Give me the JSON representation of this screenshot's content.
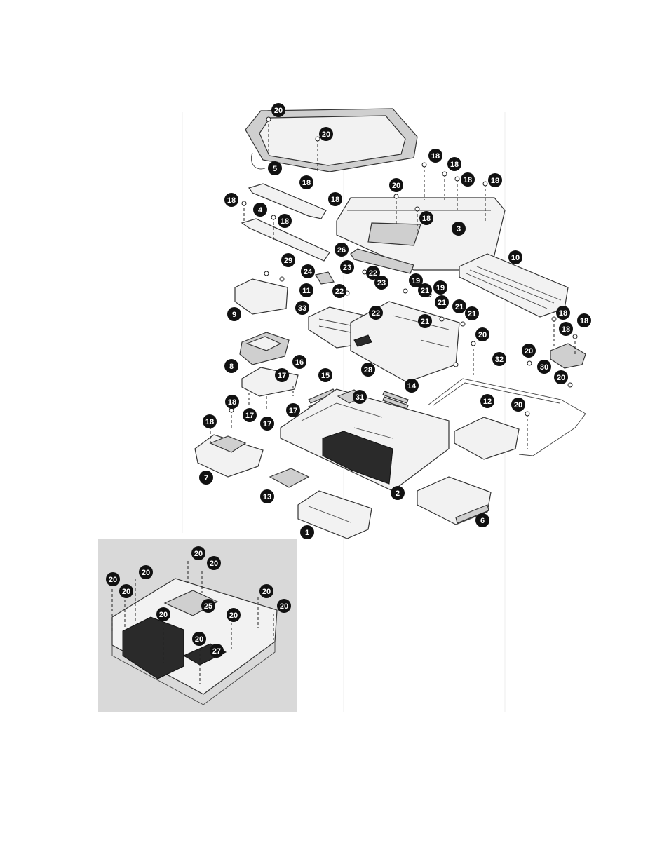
{
  "diagram": {
    "callouts": [
      "1",
      "2",
      "3",
      "4",
      "5",
      "6",
      "7",
      "8",
      "9",
      "10",
      "11",
      "12",
      "13",
      "14",
      "15",
      "16",
      "17",
      "18",
      "19",
      "20",
      "21",
      "22",
      "23",
      "24",
      "25",
      "26",
      "27",
      "28",
      "29",
      "30",
      "31",
      "32",
      "33"
    ]
  },
  "inset": {
    "callouts": [
      "20",
      "25",
      "27"
    ]
  },
  "colors": {
    "callout_fill": "#111111",
    "callout_text": "#ffffff",
    "inset_background": "#d9d9d9"
  }
}
